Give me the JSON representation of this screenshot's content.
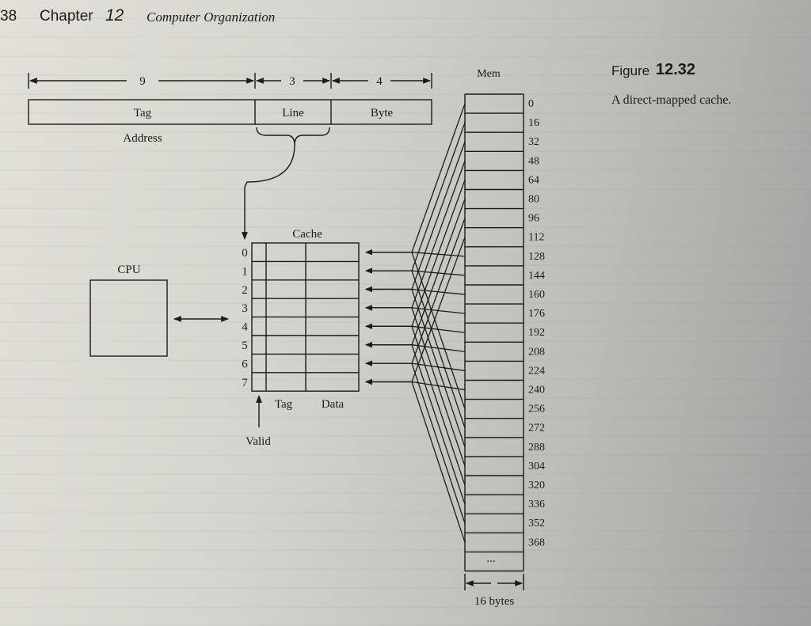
{
  "header": {
    "page_number": "38",
    "chapter_word": "Chapter",
    "chapter_number": "12",
    "chapter_title": "Computer Organization"
  },
  "figure": {
    "label": "Figure",
    "number": "12.32",
    "caption": "A direct-mapped cache."
  },
  "address": {
    "fields": [
      {
        "name": "Tag",
        "bits": "9"
      },
      {
        "name": "Line",
        "bits": "3"
      },
      {
        "name": "Byte",
        "bits": "4"
      }
    ],
    "label": "Address"
  },
  "cpu": {
    "label": "CPU"
  },
  "cache": {
    "title": "Cache",
    "rows": [
      "0",
      "1",
      "2",
      "3",
      "4",
      "5",
      "6",
      "7"
    ],
    "tag_label": "Tag",
    "data_label": "Data",
    "valid_label": "Valid"
  },
  "memory": {
    "title": "Mem",
    "addresses": [
      "0",
      "16",
      "32",
      "48",
      "64",
      "80",
      "96",
      "112",
      "128",
      "144",
      "160",
      "176",
      "192",
      "208",
      "224",
      "240",
      "256",
      "272",
      "288",
      "304",
      "320",
      "336",
      "352",
      "368"
    ],
    "ellipsis": "...",
    "width_label": "16 bytes"
  }
}
